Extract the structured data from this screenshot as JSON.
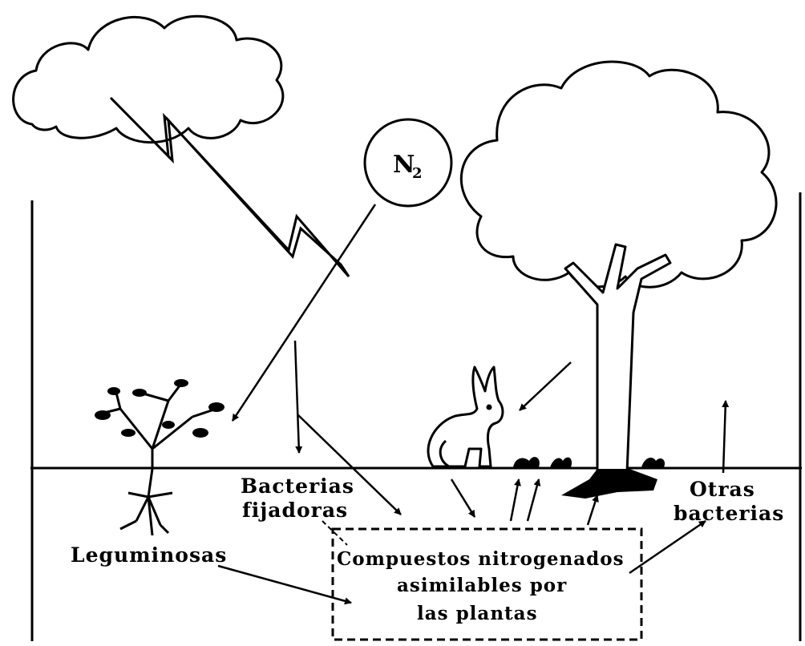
{
  "diagram": {
    "n2_symbol": {
      "base": "N",
      "subscript": "2"
    },
    "labels": {
      "bacterias_fijadoras": [
        "Bacterias",
        "fijadoras"
      ],
      "otras_bacterias": [
        "Otras",
        "bacterias"
      ],
      "leguminosas": "Leguminosas",
      "compuestos": [
        "Compuestos nitrogenados",
        "asimilables por",
        "las plantas"
      ]
    },
    "elements": [
      "cloud",
      "lightning",
      "tree",
      "rabbit",
      "legume-plant",
      "soil-line",
      "n2-circle",
      "compounds-box",
      "flow-arrows"
    ]
  }
}
